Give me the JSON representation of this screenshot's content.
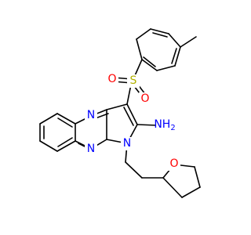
{
  "atom_colors": {
    "N": "#0000ff",
    "O": "#ff0000",
    "S": "#b2b200"
  },
  "molecule": {
    "atoms": [
      {
        "id": "s1",
        "label": "S",
        "element": "S"
      },
      {
        "id": "o_s1",
        "label": "O",
        "element": "O"
      },
      {
        "id": "o_s2",
        "label": "O",
        "element": "O"
      },
      {
        "id": "n4",
        "label": "N",
        "element": "N"
      },
      {
        "id": "n9",
        "label": "N",
        "element": "N"
      },
      {
        "id": "n1",
        "label": "N",
        "element": "N"
      },
      {
        "id": "nh2",
        "label": "NH",
        "sub": "2",
        "element": "N"
      },
      {
        "id": "o_thf",
        "label": "O",
        "element": "O"
      }
    ]
  }
}
